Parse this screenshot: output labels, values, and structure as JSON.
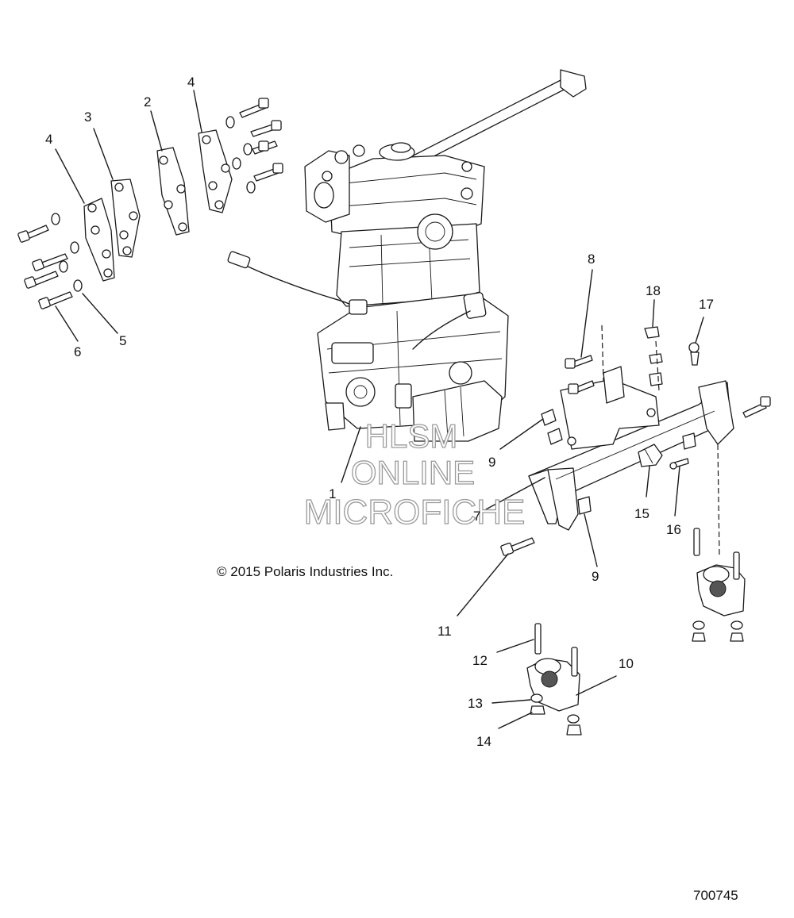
{
  "copyright": "© 2015 Polaris Industries Inc.",
  "figure_id": "700745",
  "watermark": {
    "line1": "HLSM",
    "line2": "ONLINE",
    "line3": "MICROFICHE"
  },
  "callouts": [
    {
      "key": "c1",
      "label": "1"
    },
    {
      "key": "c2",
      "label": "2"
    },
    {
      "key": "c3",
      "label": "3"
    },
    {
      "key": "c4a",
      "label": "4"
    },
    {
      "key": "c4b",
      "label": "4"
    },
    {
      "key": "c5",
      "label": "5"
    },
    {
      "key": "c6",
      "label": "6"
    },
    {
      "key": "c7",
      "label": "7"
    },
    {
      "key": "c8",
      "label": "8"
    },
    {
      "key": "c9a",
      "label": "9"
    },
    {
      "key": "c9b",
      "label": "9"
    },
    {
      "key": "c10",
      "label": "10"
    },
    {
      "key": "c11",
      "label": "11"
    },
    {
      "key": "c12",
      "label": "12"
    },
    {
      "key": "c13",
      "label": "13"
    },
    {
      "key": "c14",
      "label": "14"
    },
    {
      "key": "c15",
      "label": "15"
    },
    {
      "key": "c16",
      "label": "16"
    },
    {
      "key": "c17",
      "label": "17"
    },
    {
      "key": "c18",
      "label": "18"
    }
  ]
}
